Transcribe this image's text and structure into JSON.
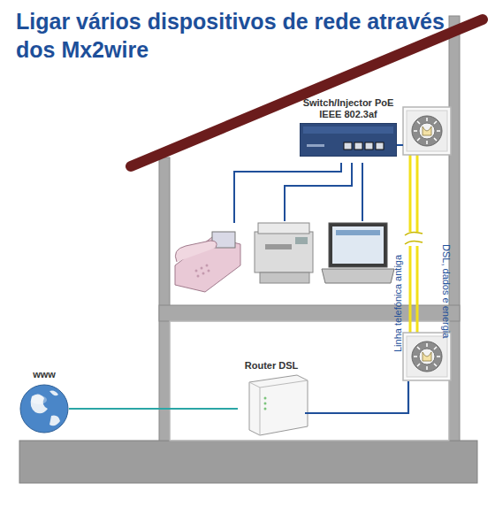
{
  "diagram": {
    "title": "Ligar vários dispositivos de rede através dos Mx2wire",
    "nodes": [
      {
        "text": [
          "Switch/Injector PoE IEEE 802.3af"
        ]
      },
      {
        "text": [
          "Router DSL"
        ]
      },
      {
        "text": [
          "www"
        ]
      }
    ],
    "edges": [
      {
        "from": 2,
        "to": 1,
        "arrow": "none"
      },
      {
        "from": 1,
        "to": 0,
        "arrow": "none"
      }
    ],
    "labels": [
      "Linha telefónica antiga",
      "DSL, dados e energia"
    ]
  }
}
